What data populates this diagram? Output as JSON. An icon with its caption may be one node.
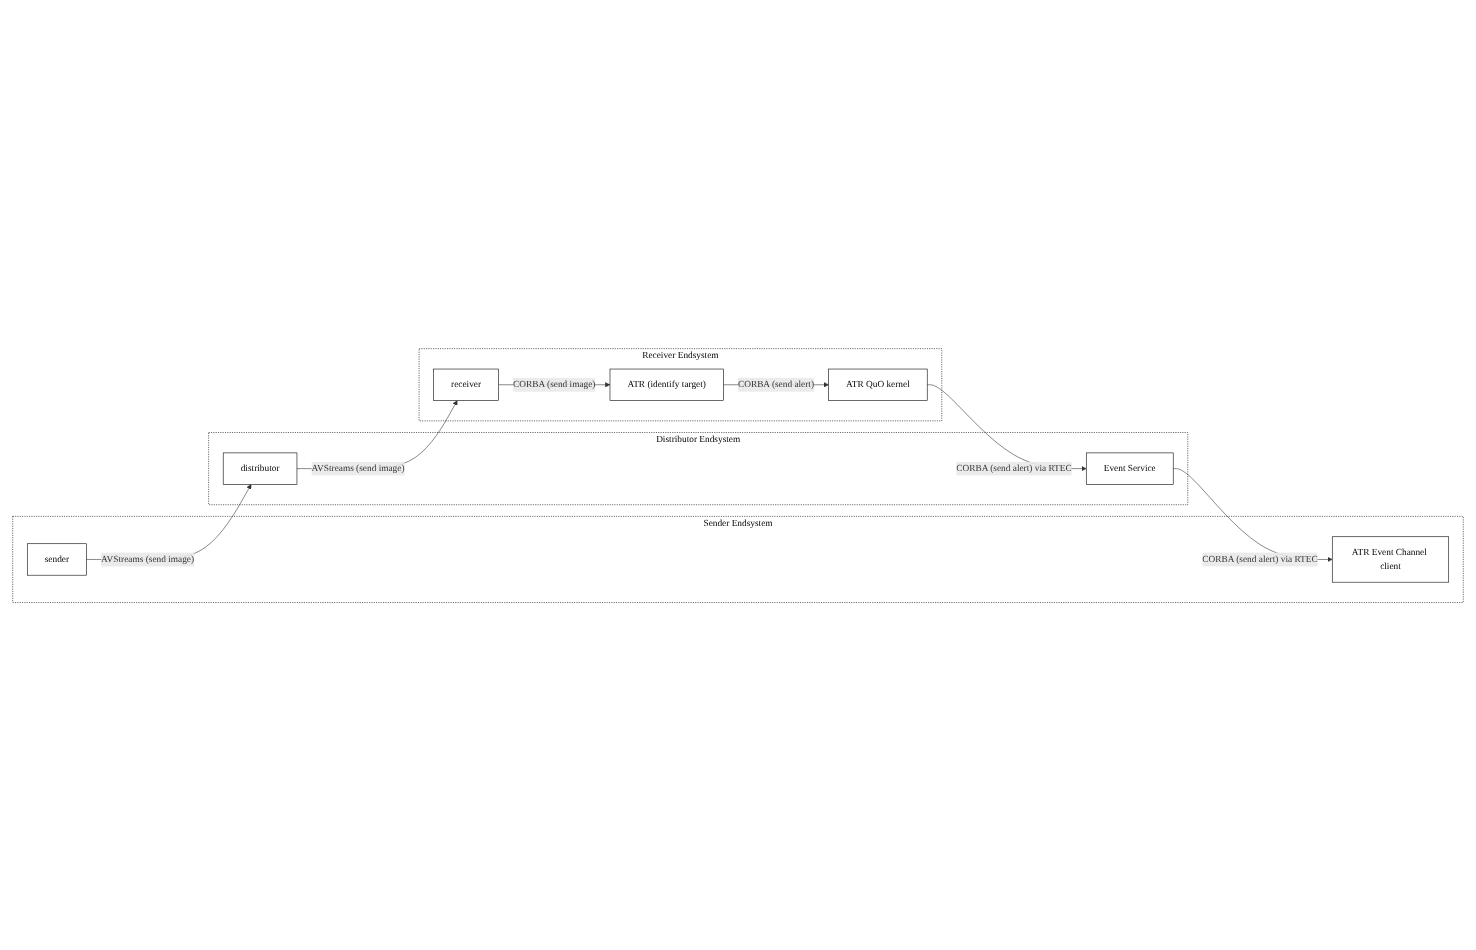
{
  "diagram": {
    "nodes": [
      {
        "text": [
          "Sender Endsystem"
        ]
      },
      {
        "text": [
          "sender"
        ],
        "in": 0
      },
      {
        "text": [
          "ATR Event Channel client"
        ],
        "in": 0
      },
      {
        "text": [
          "Distributor Endsystem"
        ]
      },
      {
        "text": [
          "distributor"
        ],
        "in": 3
      },
      {
        "text": [
          "Event Service"
        ],
        "in": 3
      },
      {
        "text": [
          "Receiver Endsystem"
        ]
      },
      {
        "text": [
          "receiver"
        ],
        "in": 6
      },
      {
        "text": [
          "ATR (identify target)"
        ],
        "in": 6
      },
      {
        "text": [
          "ATR QuO kernel"
        ],
        "in": 6
      }
    ],
    "edges": [
      {
        "from": 1,
        "to": 4,
        "arrow": "to",
        "label": "AVStreams (send image)"
      },
      {
        "from": 4,
        "to": 7,
        "arrow": "to",
        "label": "AVStreams (send image)"
      },
      {
        "from": 7,
        "to": 8,
        "arrow": "to",
        "label": "CORBA (send image)"
      },
      {
        "from": 8,
        "to": 9,
        "arrow": "to",
        "label": "CORBA (send alert)"
      },
      {
        "from": 9,
        "to": 5,
        "arrow": "to",
        "label": "CORBA (send alert) via RTEC"
      },
      {
        "from": 5,
        "to": 2,
        "arrow": "to",
        "label": "CORBA (send alert) via RTEC"
      }
    ]
  }
}
